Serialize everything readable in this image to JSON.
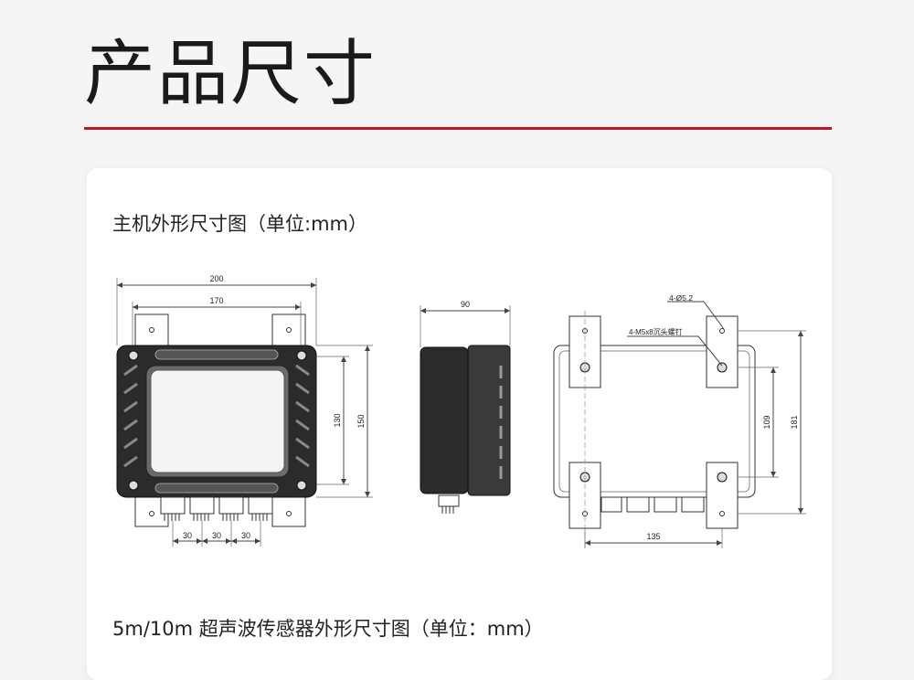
{
  "page": {
    "title": "产品尺寸"
  },
  "captions": {
    "main_unit": "主机外形尺寸图（单位:mm）",
    "sensor": "5m/10m 超声波传感器外形尺寸图（单位：mm）"
  },
  "front_view": {
    "width_overall": "200",
    "width_inner": "170",
    "height_inner": "130",
    "height_overall": "150",
    "pitch_1": "30",
    "pitch_2": "30",
    "pitch_3": "30"
  },
  "side_view": {
    "depth": "90"
  },
  "back_view": {
    "hole_label": "4-Ø5.2",
    "screw_label": "4-M5x8沉头螺钉",
    "hole_spacing_h": "109",
    "height_total": "181",
    "hole_spacing_w": "135"
  },
  "colors": {
    "accent_rule": "#c4161c",
    "line": "#333333",
    "housing": "#2b2b2b"
  }
}
